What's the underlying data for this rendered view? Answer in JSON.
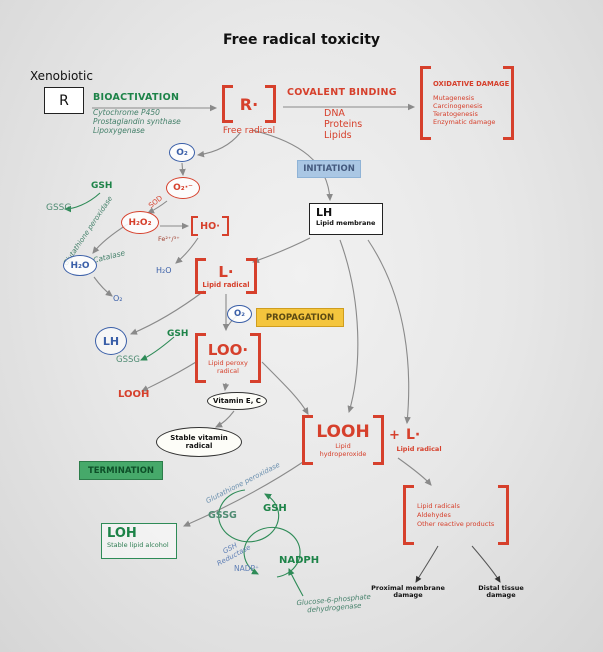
{
  "title": "Free radical toxicity",
  "colors": {
    "red": "#d6402c",
    "green": "#1d8348",
    "blue": "#3a5fa8",
    "initiation_bg": "#aac7e4",
    "propagation_bg": "#f4c53d",
    "termination_bg": "#46a96a"
  },
  "bioactivation": {
    "xenobiotic": "Xenobiotic",
    "r_symbol": "R",
    "heading": "BIOACTIVATION",
    "enzymes": [
      "Cytochrome P450",
      "Prostaglandin synthase",
      "Lipoxygenase"
    ]
  },
  "free_radical": {
    "symbol": "R·",
    "label": "Free radical"
  },
  "covalent": {
    "heading": "COVALENT BINDING",
    "targets": [
      "DNA",
      "Proteins",
      "Lipids"
    ]
  },
  "oxidative": {
    "heading": "OXIDATIVE DAMAGE",
    "items": [
      "Mutagenesis",
      "Carcinogenesis",
      "Teratogenesis",
      "Enzymatic damage"
    ]
  },
  "ros": {
    "o2": "O₂",
    "superoxide": "O₂·⁻",
    "sod": "SOD",
    "h2o2": "H₂O₂",
    "hydroxyl": "HO·",
    "fe": "Fe²⁺/³⁺",
    "gsh": "GSH",
    "gssg": "GSSG",
    "glutathione_peroxidase": "Glutathione peroxidase",
    "catalase": "Catalase",
    "h2o_oval": "H₂O",
    "h2o_text": "H₂O",
    "o2_product": "O₂"
  },
  "stages": {
    "initiation": "INITIATION",
    "propagation": "PROPAGATION",
    "termination": "TERMINATION"
  },
  "membrane": {
    "symbol": "LH",
    "label": "Lipid membrane"
  },
  "lipid_radical": {
    "symbol": "L·",
    "label": "Lipid radical"
  },
  "propagation_cycle": {
    "o2": "O₂",
    "lh": "LH",
    "gsh": "GSH",
    "gssg": "GSSG",
    "looh": "LOOH"
  },
  "peroxy_radical": {
    "symbol": "LOO·",
    "label_line1": "Lipid peroxy",
    "label_line2": "radical"
  },
  "vitamins": {
    "vitamin_ec": "Vitamin E, C",
    "stable_line1": "Stable vitamin",
    "stable_line2": "radical"
  },
  "hydroperoxide": {
    "symbol": "LOOH",
    "label_line1": "Lipid",
    "label_line2": "hydroperoxide",
    "plus": "+",
    "l_symbol": "L·",
    "l_label": "Lipid radical"
  },
  "loh": {
    "symbol": "LOH",
    "label": "Stable lipid alcohol"
  },
  "regeneration": {
    "gssg": "GSSG",
    "gsh": "GSH",
    "glutathione_peroxidase": "Glutathione peroxidase",
    "reductase_line1": "GSH",
    "reductase_line2": "Reductase",
    "nadp": "NADP⁺",
    "nadph": "NADPH",
    "g6pd_line1": "Glucose-6-phosphate",
    "g6pd_line2": "dehydrogenase"
  },
  "products": {
    "items": [
      "Lipid radicals",
      "Aldehydes",
      "Other reactive products"
    ]
  },
  "damage": {
    "proximal_line1": "Proximal membrane",
    "proximal_line2": "damage",
    "distal_line1": "Distal tissue",
    "distal_line2": "damage"
  }
}
